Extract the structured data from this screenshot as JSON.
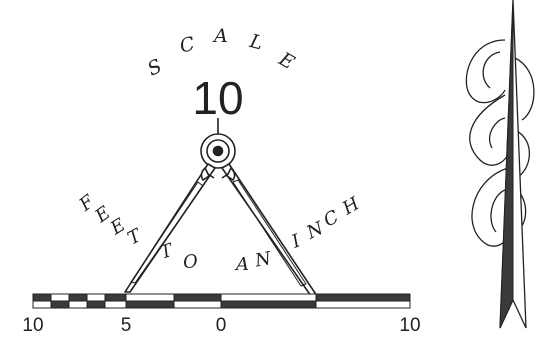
{
  "title": {
    "letters": [
      "S",
      "C",
      "A",
      "L",
      "E"
    ],
    "value": "10",
    "phrase_letters": [
      "F",
      "E",
      "E",
      "T",
      "T",
      "O",
      "A",
      "N",
      "I",
      "N",
      "C",
      "H"
    ]
  },
  "bar_scale": {
    "labels": [
      "10",
      "5",
      "0",
      "10"
    ]
  },
  "colors": {
    "ink": "#222222",
    "fill": "#3a3a3a"
  },
  "icons": {
    "compass": "drafting-compass-icon",
    "north_arrow": "north-arrow-icon",
    "ribbon": "ribbon-scroll-icon"
  }
}
